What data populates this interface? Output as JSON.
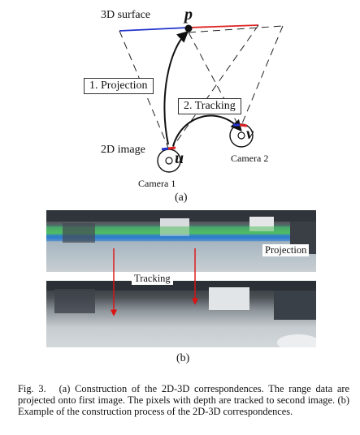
{
  "diagram": {
    "surface_label": "3D surface",
    "point_p": "p",
    "projection_label": "1. Projection",
    "tracking_label": "2. Tracking",
    "image_label": "2D image",
    "point_u": "u",
    "point_v": "v",
    "camera1_label": "Camera 1",
    "camera2_label": "Camera 2",
    "sublabel_a": "(a)"
  },
  "photos": {
    "projection_tag": "Projection",
    "tracking_tag": "Tracking",
    "sublabel_b": "(b)"
  },
  "caption": {
    "fig_label": "Fig. 3.",
    "text": "(a) Construction of the 2D-3D correspondences. The range data are projected onto first image. The pixels with depth are tracked to second image. (b) Example of the construction process of the 2D-3D correspondences."
  }
}
